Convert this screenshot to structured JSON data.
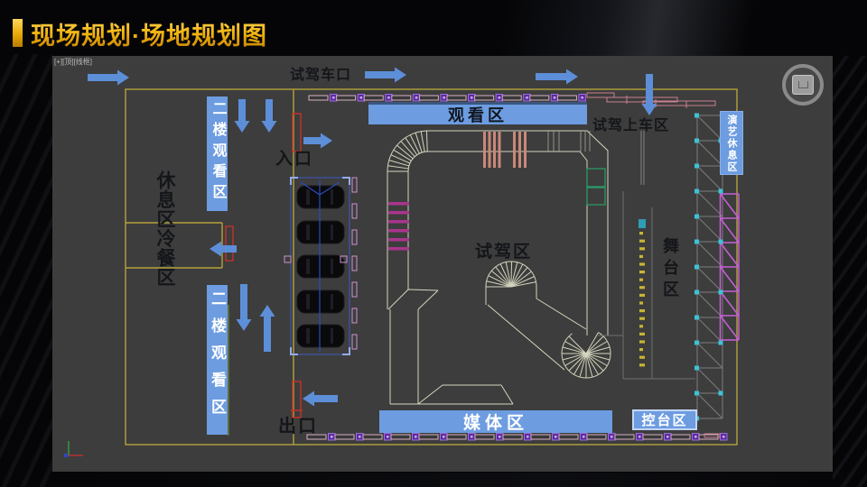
{
  "slide": {
    "title": "现场规划·场地规划图"
  },
  "viewport": {
    "label": "[+][顶][线框]",
    "labels": {
      "test_drive_gate": "试驾车口",
      "viewing_area": "观看区",
      "boarding_area": "试驾上车区",
      "performance_rest_area": "演艺休息区",
      "second_floor_viewing_top": "二楼观看区",
      "entrance": "入口",
      "rest_cold_buffet_area": "休息区冷餐区",
      "test_drive_area": "试驾区",
      "stage_area": "舞台区",
      "second_floor_viewing_bottom": "二楼观看区",
      "exit": "出口",
      "media_area": "媒体区",
      "console_area": "控台区"
    },
    "icons": {
      "viewcube": "viewcube-icon",
      "axis_gizmo": "axis-gizmo-icon",
      "flow_arrow": "flow-arrow-icon"
    }
  },
  "colors": {
    "gold": "#f0b30c",
    "vpbg": "#3d3d3d",
    "border_yellow": "#b5a23b",
    "banner_blue": "#6d9ce0",
    "arrow_blue": "#5d8ed8",
    "track": "#d4d4bd",
    "door_red": "#c23428",
    "truss_magenta": "#c75fd8",
    "truss_gray": "#7d7d7d",
    "cyan": "#3cc3d6",
    "rumble_magenta": "#a8358c",
    "green_rect": "#2aa06a",
    "clip_purple": "#5c2ba0",
    "car_black": "#0a0a0c"
  }
}
